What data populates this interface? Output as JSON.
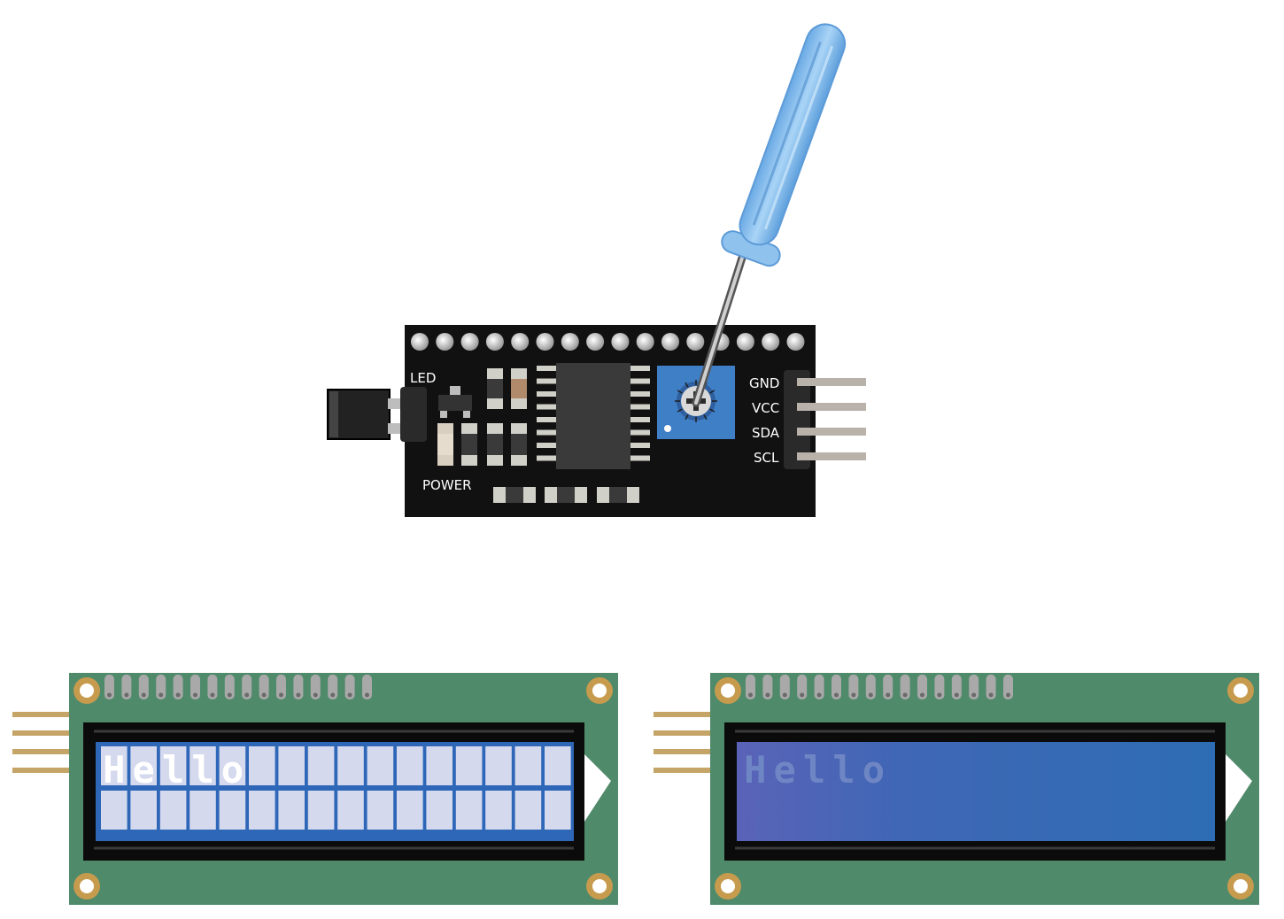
{
  "i2c_module": {
    "led_label": "LED",
    "power_label": "POWER",
    "pin_labels": [
      "GND",
      "VCC",
      "SDA",
      "SCL"
    ],
    "header_pin_count": 16,
    "colors": {
      "board": "#111111",
      "potentiometer": "#3f7fc6",
      "chip": "#3a3a3a",
      "pin": "#c7c7c7"
    }
  },
  "screwdriver": {
    "colors": {
      "handle": "#8ec3f0",
      "shaft": "#9a9a9a"
    }
  },
  "lcd_panels": [
    {
      "state": "contrast-too-high",
      "text": "Hello",
      "colors": {
        "screen": "#2e67b8",
        "cell": "#d5d9ee",
        "char": "#ffffff",
        "pcb": "#4f8a6a"
      }
    },
    {
      "state": "contrast-adjusted",
      "text": "Hello",
      "colors": {
        "screen": "#2e6db3",
        "cell": "none",
        "char": "#6f86c4",
        "pcb": "#4f8a6a"
      }
    }
  ]
}
